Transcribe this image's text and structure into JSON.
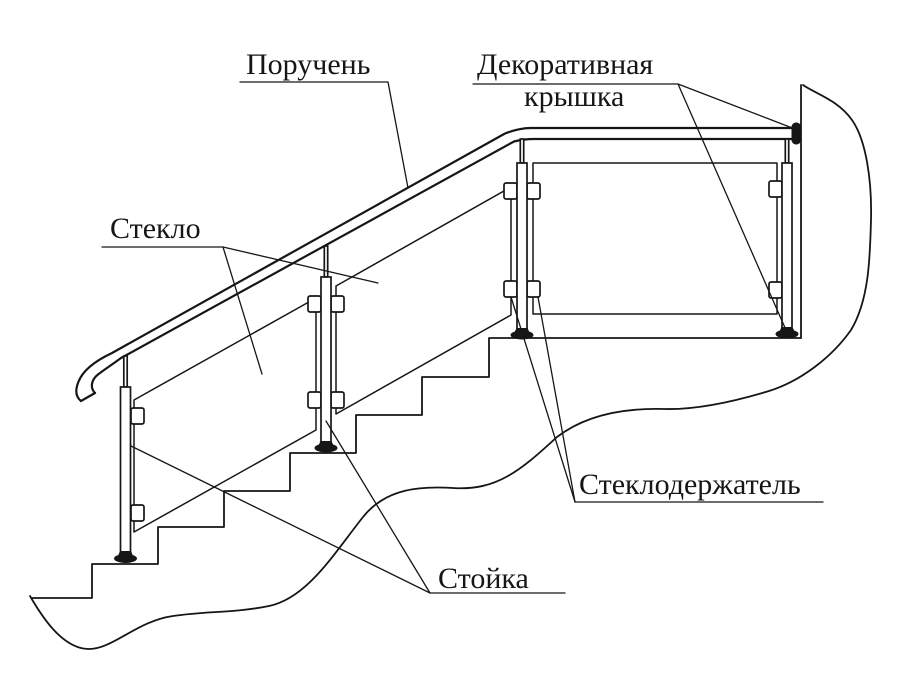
{
  "page": {
    "background": "#ffffff"
  },
  "diagram": {
    "type": "technical-line-drawing",
    "subject": "glass-stair-railing-callout-diagram",
    "ink_color": "#161616",
    "labels": {
      "handrail": "Поручень",
      "decorative_cap_line1": "Декоративная",
      "decorative_cap_line2": "крышка",
      "glass": "Стекло",
      "glass_holder": "Стеклодержатель",
      "post": "Стойка"
    }
  }
}
